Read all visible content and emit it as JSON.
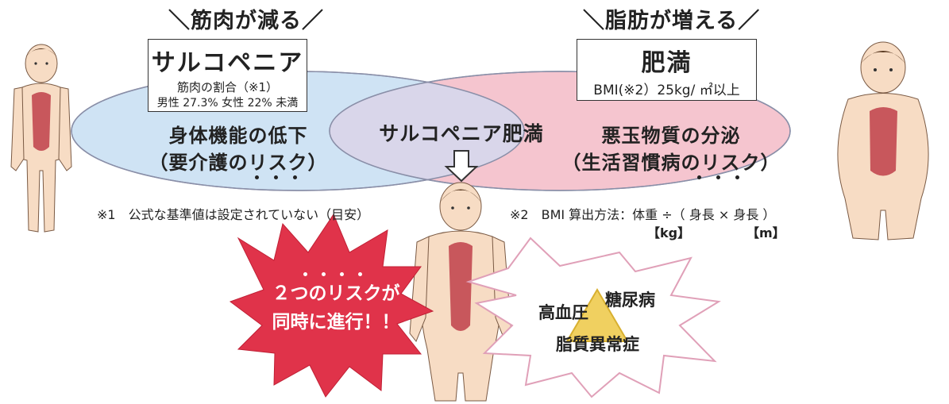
{
  "colors": {
    "muscle_ellipse": "#cfe3f4",
    "fat_ellipse": "#f5c5cf",
    "overlap": "#d9d6ea",
    "ellipse_border": "#8a8fa8",
    "burst_red": "#e0334a",
    "skin": "#f7dcc4",
    "hair": "#5a3a22",
    "muscle_red": "#c0404a"
  },
  "left_header": "＼筋肉が減る／",
  "right_header": "＼脂肪が増える／",
  "sarcopenia_box": {
    "title": "サルコペニア",
    "line1": "筋肉の割合（※1）",
    "line2": "男性 27.3% 女性 22% 未満"
  },
  "obesity_box": {
    "title": "肥満",
    "line1": "BMI(※2）25kg/ ㎡以上"
  },
  "left_ellipse": {
    "line1": "身体機能の低下",
    "line2": "（要介護のリスク）"
  },
  "center_label": "サルコペニア肥満",
  "right_ellipse": {
    "line1": "悪玉物質の分泌",
    "line2": "（生活習慣病のリスク）"
  },
  "note1": "※1　公式な基準値は設定されていない（目安）",
  "note2": {
    "formula": "※2　BMI 算出方法：体重 ÷（ 身長 × 身長 ）",
    "unit_kg": "【kg】",
    "unit_m": "【m】"
  },
  "red_burst": {
    "line1": "２つのリスクが",
    "line2": "同時に進行！！"
  },
  "warning_burst": {
    "item1": "高血圧",
    "item2": "糖尿病",
    "item3": "脂質異常症"
  },
  "icons": [
    "down-arrow-icon",
    "warning-triangle-icon",
    "thin-person-illustration",
    "obese-person-illustration",
    "sarcopenic-obese-person-illustration"
  ]
}
